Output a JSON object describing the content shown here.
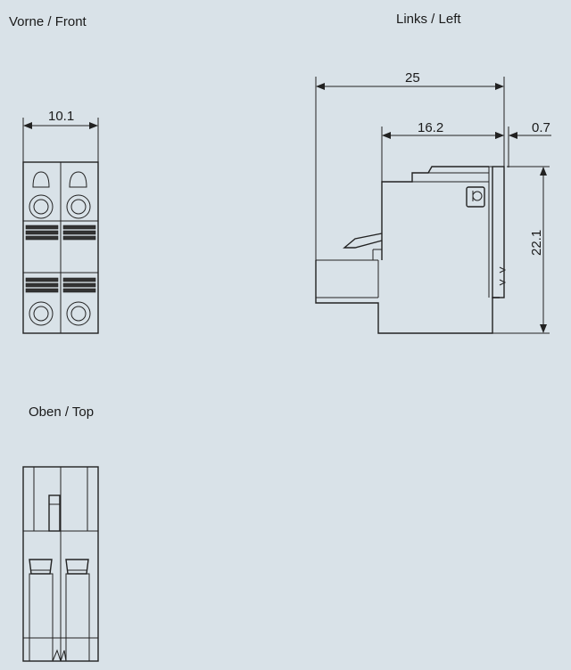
{
  "views": {
    "front": {
      "title": "Vorne / Front"
    },
    "left": {
      "title": "Links / Left"
    },
    "top": {
      "title": "Oben / Top"
    }
  },
  "dimensions": {
    "front_width": "10.1",
    "left_total": "25",
    "left_body": "16.2",
    "left_offset": "0.7",
    "left_height": "22.1"
  },
  "colors": {
    "background": "#d9e2e8",
    "line": "#222222"
  }
}
